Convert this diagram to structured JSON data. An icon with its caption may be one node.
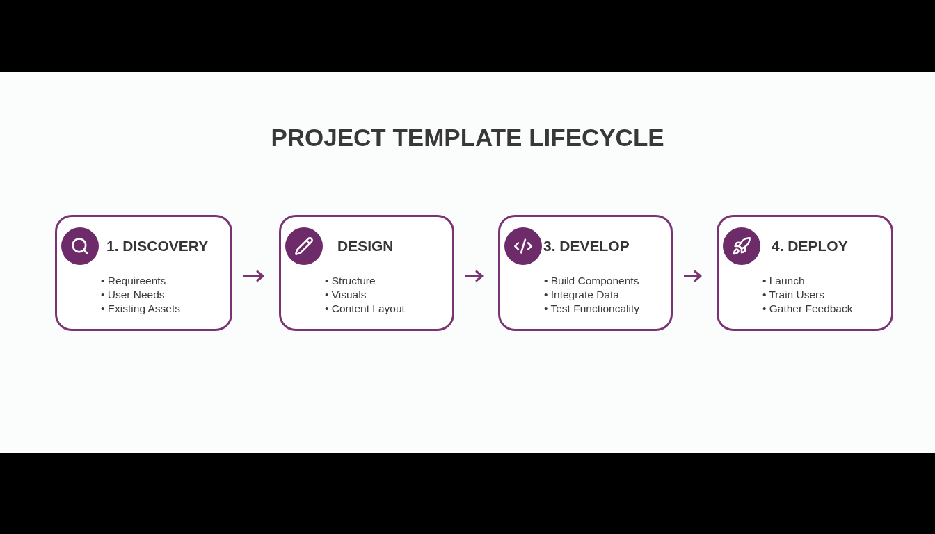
{
  "diagram": {
    "title": "PROJECT TEMPLATE LIFECYCLE",
    "nodes": [
      {
        "text": [
          "1. DISCOVERY",
          "• Requireents",
          "• User Needs",
          "• Existing Assets"
        ]
      },
      {
        "text": [
          "DESIGN",
          "• Structure",
          "• Visuals",
          "• Content Layout"
        ]
      },
      {
        "text": [
          "3. DEVELOP",
          "• Build Components",
          "• Integrate Data",
          "• Test Functioncality"
        ]
      },
      {
        "text": [
          "4. DEPLOY",
          "• Launch",
          "• Train Users",
          "• Gather Feedback"
        ]
      }
    ],
    "edges": [
      {
        "from": 0,
        "to": 1,
        "arrow": "to"
      },
      {
        "from": 1,
        "to": 2,
        "arrow": "to"
      },
      {
        "from": 2,
        "to": 3,
        "arrow": "to"
      }
    ]
  }
}
